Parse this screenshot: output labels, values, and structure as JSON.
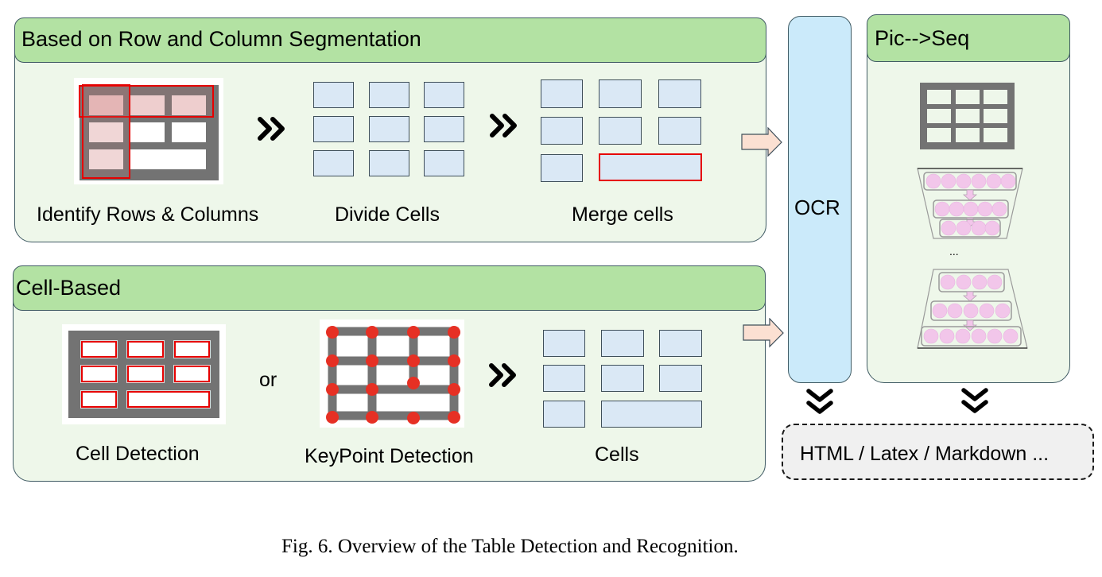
{
  "figure": {
    "caption": "Fig. 6.  Overview of the Table Detection and Recognition."
  },
  "row_col_section": {
    "title": "Based on Row and Column Segmentation",
    "steps": [
      {
        "label": "Identify Rows & Columns"
      },
      {
        "label": "Divide Cells"
      },
      {
        "label": "Merge cells"
      }
    ]
  },
  "cell_based_section": {
    "title": "Cell-Based",
    "steps": [
      {
        "label": "Cell Detection"
      },
      {
        "label": "KeyPoint Detection"
      },
      {
        "label": "Cells"
      }
    ],
    "connector": "or"
  },
  "ocr": {
    "label": "OCR"
  },
  "pic_seq_section": {
    "title": "Pic-->Seq",
    "ellipsis": "..."
  },
  "output": {
    "label": "HTML / Latex / Markdown ..."
  },
  "colors": {
    "panel_bg": "#eef7ea",
    "panel_header": "#b3e2a3",
    "ocr_bg": "#cbeafa",
    "cell_fill": "#dae8f5",
    "highlight_red": "#e60000",
    "table_gray": "#737373",
    "arrow_fill": "#fbe0d2",
    "neuron_pink": "#f2c6ea",
    "output_bg": "#f0f0f0"
  },
  "icons": {
    "step_arrow": "double-chevron-right",
    "flow_arrow": "block-arrow-right",
    "down_arrow": "double-chevron-down"
  }
}
